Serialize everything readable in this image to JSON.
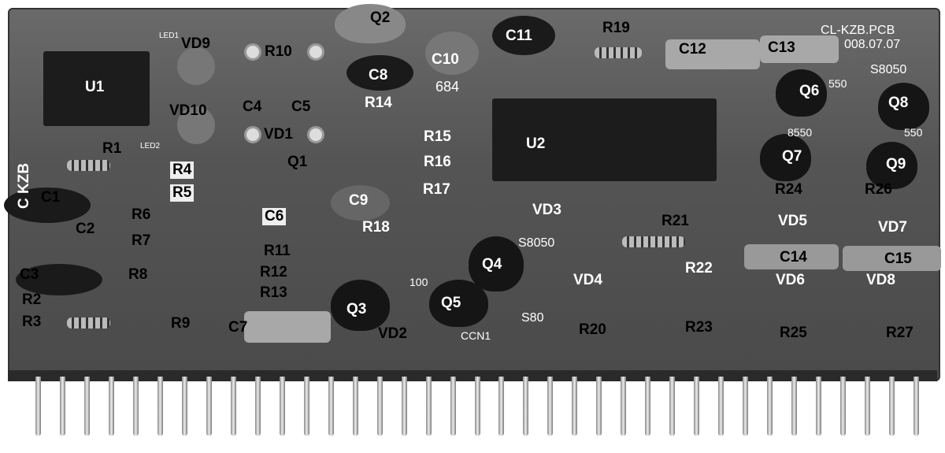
{
  "image": {
    "subject": "pcb-board-grayscale"
  },
  "silkscreen": {
    "board_name": "CL-KZB.PCB",
    "date": "008.07.07",
    "side_mark": "C  KZB",
    "led1": "LED1",
    "led2": "LED2",
    "cap_code": "684",
    "s8050_a": "S8050",
    "s8050_b": "S8050",
    "s80": "S80",
    "m8550_a": "8550",
    "m550": "550",
    "m550b": "550",
    "code_100": "100",
    "ccn1": "CCN1"
  },
  "labels": {
    "U1": "U1",
    "U2": "U2",
    "VD1": "VD1",
    "VD2": "VD2",
    "VD3": "VD3",
    "VD4": "VD4",
    "VD5": "VD5",
    "VD6": "VD6",
    "VD7": "VD7",
    "VD8": "VD8",
    "VD9": "VD9",
    "VD10": "VD10",
    "Q1": "Q1",
    "Q2": "Q2",
    "Q3": "Q3",
    "Q4": "Q4",
    "Q5": "Q5",
    "Q6": "Q6",
    "Q7": "Q7",
    "Q8": "Q8",
    "Q9": "Q9",
    "C1": "C1",
    "C2": "C2",
    "C3": "C3",
    "C4": "C4",
    "C5": "C5",
    "C6": "C6",
    "C7": "C7",
    "C8": "C8",
    "C9": "C9",
    "C10": "C10",
    "C11": "C11",
    "C12": "C12",
    "C13": "C13",
    "C14": "C14",
    "C15": "C15",
    "R1": "R1",
    "R2": "R2",
    "R3": "R3",
    "R4": "R4",
    "R5": "R5",
    "R6": "R6",
    "R7": "R7",
    "R8": "R8",
    "R9": "R9",
    "R10": "R10",
    "R11": "R11",
    "R12": "R12",
    "R13": "R13",
    "R14": "R14",
    "R15": "R15",
    "R16": "R16",
    "R17": "R17",
    "R18": "R18",
    "R19": "R19",
    "R20": "R20",
    "R21": "R21",
    "R22": "R22",
    "R23": "R23",
    "R24": "R24",
    "R25": "R25",
    "R26": "R26",
    "R27": "R27"
  },
  "pin_count": 37
}
